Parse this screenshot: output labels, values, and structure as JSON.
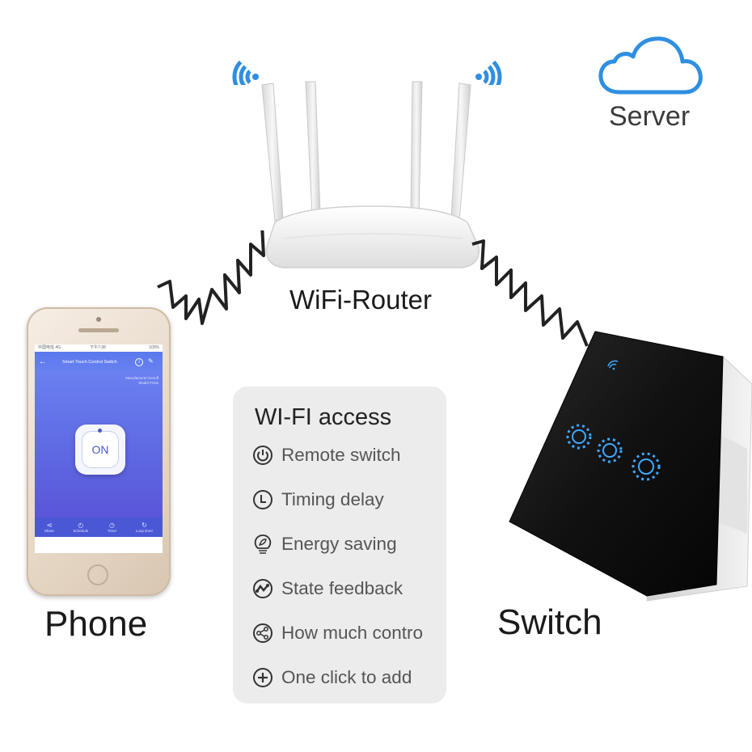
{
  "labels": {
    "server": "Server",
    "router": "WiFi-Router",
    "phone": "Phone",
    "switch": "Switch"
  },
  "card": {
    "title": "WI-FI access",
    "features": [
      {
        "icon": "power-icon",
        "label": "Remote switch"
      },
      {
        "icon": "timer-l-icon",
        "label": "Timing delay"
      },
      {
        "icon": "leaf-bulb-icon",
        "label": "Energy saving"
      },
      {
        "icon": "feedback-wave-icon",
        "label": "State feedback"
      },
      {
        "icon": "share-icon",
        "label": "How much contro"
      },
      {
        "icon": "plus-icon",
        "label": "One click to add"
      }
    ]
  },
  "phone_app": {
    "status_left": "中国电信 4G",
    "status_time": "下午7:38",
    "status_right": "100%",
    "title": "Smart Touch Control Switch",
    "manufacturer": "Manufacturer:Sonoff",
    "model": "Model:TH16",
    "on_label": "ON",
    "tabs": [
      "Share",
      "Schedule",
      "Timer",
      "Loop timer"
    ]
  },
  "colors": {
    "wifi_blue": "#2f8fe0",
    "cloud_blue": "#2f8fe0",
    "app_purple": "#5d66e0",
    "card_bg": "#ececec",
    "switch_glass": "#111111",
    "switch_led": "#3fa8ff"
  }
}
